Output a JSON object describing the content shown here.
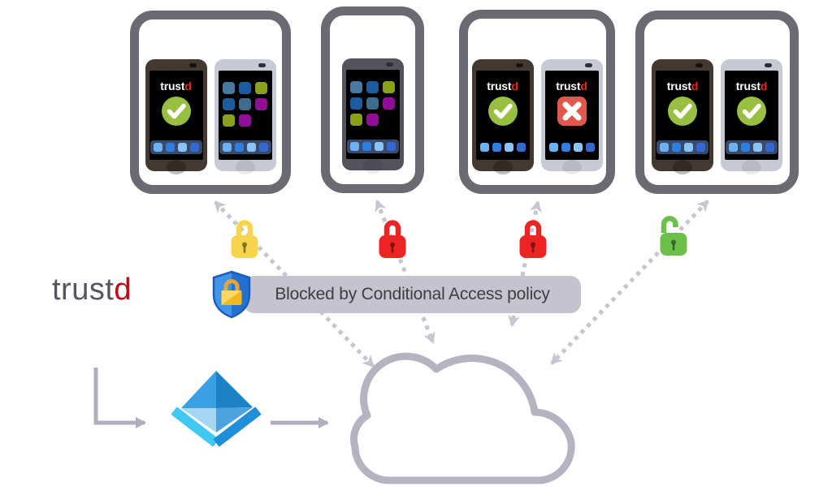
{
  "page": {
    "bg": "#ffffff"
  },
  "brand": {
    "wordmark_primary": "trust",
    "wordmark_accent": "d",
    "primary_color": "#55565e",
    "accent_color": "#c00712"
  },
  "banner": {
    "label": "Blocked by Conditional Access policy",
    "bg": "#c5c3ce",
    "text_color": "#3e3d44",
    "shield_left": "#4094ea",
    "shield_right": "#2470d2",
    "shield_edge": "#1c5cb8",
    "lock_gold": "#f3b71f",
    "lock_gold_light": "#ffd95e",
    "lock_shackle": "#e8a33f"
  },
  "devices": {
    "tablet_frame_color": "#6b6a73",
    "screen_colors": {
      "bg": "#000000",
      "label_primary_color": "#ffffff",
      "label_accent_color": "#e8251f",
      "check_circle": "#99bf40",
      "fail_tile": "#e0584c",
      "dock_bar_bg": "#3a4a6b",
      "dock_icons": [
        "#6cb2f2",
        "#2f7fe0",
        "#8cc3f5",
        "#3569d0"
      ],
      "app_icons": [
        "#47789f",
        "#1d5b9f",
        "#8aa01a",
        "#1d5b9f",
        "#3e6c91",
        "#900d95",
        "#8aa01a",
        "#900d95"
      ]
    },
    "groups": [
      {
        "id": "tablet-1",
        "phones": [
          {
            "variant": "dark",
            "frame": "#443931",
            "screen": "trustd-ok",
            "dock_bar": true,
            "label_primary": "trust",
            "label_accent": "d"
          },
          {
            "variant": "silver",
            "frame": "#c7cad4",
            "screen": "apps",
            "dock_bar": true
          }
        ]
      },
      {
        "id": "tablet-2",
        "phones": [
          {
            "variant": "gray",
            "frame": "#54535c",
            "screen": "apps",
            "dock_bar": true
          }
        ]
      },
      {
        "id": "tablet-3",
        "phones": [
          {
            "variant": "dark",
            "frame": "#443931",
            "screen": "trustd-ok",
            "dock_bar": false,
            "label_primary": "trust",
            "label_accent": "d"
          },
          {
            "variant": "silver",
            "frame": "#c7cad4",
            "screen": "trustd-fail",
            "dock_bar": false,
            "label_primary": "trust",
            "label_accent": "d"
          }
        ]
      },
      {
        "id": "tablet-4",
        "phones": [
          {
            "variant": "dark",
            "frame": "#443931",
            "screen": "trustd-ok",
            "dock_bar": true,
            "label_primary": "trust",
            "label_accent": "d"
          },
          {
            "variant": "silver",
            "frame": "#c7cad4",
            "screen": "trustd-ok",
            "dock_bar": true,
            "label_primary": "trust",
            "label_accent": "d"
          }
        ]
      }
    ]
  },
  "locks": [
    {
      "id": "lock-1",
      "state": "locked",
      "color": "#f6d44c"
    },
    {
      "id": "lock-2",
      "state": "locked",
      "color": "#ee2424"
    },
    {
      "id": "lock-3",
      "state": "locked",
      "color": "#ee2424"
    },
    {
      "id": "lock-4",
      "state": "unlocked",
      "color": "#6cc04a"
    }
  ],
  "connections": {
    "line_color": "#c6c5d0",
    "arrow_color": "#b0aebc"
  },
  "cloud": {
    "stroke": "#b5b3c0"
  },
  "directory_icon": {
    "name": "azure-active-directory",
    "top_left": "#3aa0e4",
    "top_right": "#1b82c4",
    "bottom_left": "#a6d7f2",
    "bottom_right": "#4aa3dc",
    "band_left": "#3fc8f2",
    "band_right": "#1e8fd8"
  }
}
